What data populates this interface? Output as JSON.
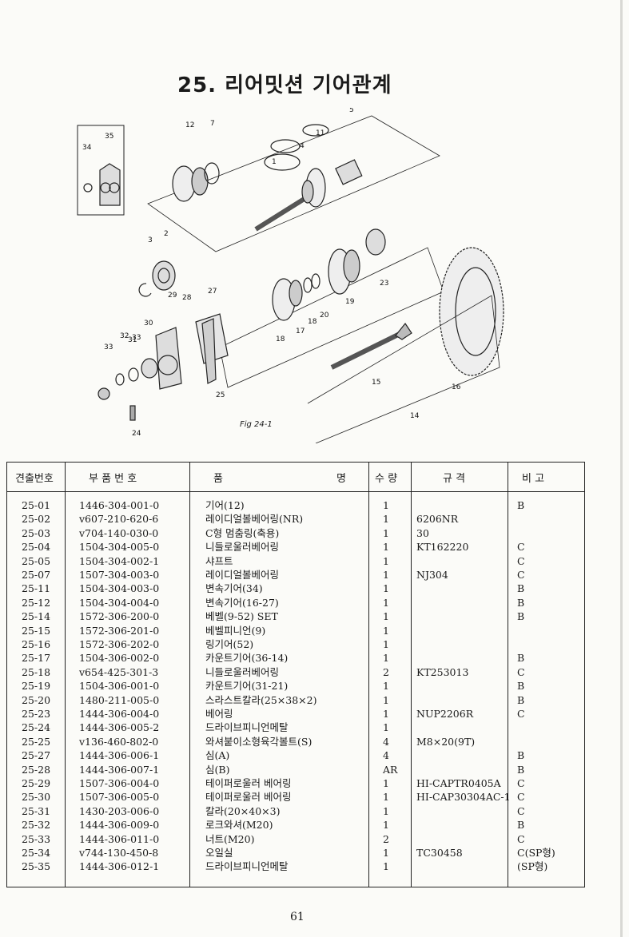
{
  "page_title": "25. 리어밋션 기어관계",
  "figure_label": "Fig 24-1",
  "callouts": [
    "1",
    "2",
    "3",
    "4",
    "5",
    "7",
    "11",
    "12",
    "14",
    "15",
    "16",
    "17",
    "18",
    "18",
    "19",
    "20",
    "23",
    "24",
    "25",
    "27",
    "28",
    "29",
    "30",
    "31",
    "32",
    "33",
    "33",
    "34",
    "35"
  ],
  "table": {
    "headers": {
      "no": "견출번호",
      "part": "부 품 번 호",
      "name_left": "품",
      "name_right": "명",
      "qty": "수 량",
      "spec": "규 격",
      "note": "비 고"
    },
    "rows": [
      {
        "no": "25-01",
        "part": "1446-304-001-0",
        "name": "기어(12)",
        "qty": "1",
        "spec": "",
        "note": "B"
      },
      {
        "no": "25-02",
        "part": "v607-210-620-6",
        "name": "레이디얼볼베어링(NR)",
        "qty": "1",
        "spec": "6206NR",
        "note": ""
      },
      {
        "no": "25-03",
        "part": "v704-140-030-0",
        "name": "C형 멈춤링(축용)",
        "qty": "1",
        "spec": "30",
        "note": ""
      },
      {
        "no": "25-04",
        "part": "1504-304-005-0",
        "name": "니들로울러베어링",
        "qty": "1",
        "spec": "KT162220",
        "note": "C"
      },
      {
        "no": "25-05",
        "part": "1504-304-002-1",
        "name": "샤프트",
        "qty": "1",
        "spec": "",
        "note": "C"
      },
      {
        "no": "25-07",
        "part": "1507-304-003-0",
        "name": "레이디얼볼베어링",
        "qty": "1",
        "spec": "NJ304",
        "note": "C"
      },
      {
        "no": "25-11",
        "part": "1504-304-003-0",
        "name": "변속기어(34)",
        "qty": "1",
        "spec": "",
        "note": "B"
      },
      {
        "no": "25-12",
        "part": "1504-304-004-0",
        "name": "변속기어(16-27)",
        "qty": "1",
        "spec": "",
        "note": "B"
      },
      {
        "no": "25-14",
        "part": "1572-306-200-0",
        "name": "베벨(9-52) SET",
        "qty": "1",
        "spec": "",
        "note": "B"
      },
      {
        "no": "25-15",
        "part": "1572-306-201-0",
        "name": "베벨피니언(9)",
        "qty": "1",
        "spec": "",
        "note": ""
      },
      {
        "no": "25-16",
        "part": "1572-306-202-0",
        "name": "링기어(52)",
        "qty": "1",
        "spec": "",
        "note": ""
      },
      {
        "no": "25-17",
        "part": "1504-306-002-0",
        "name": "카운트기어(36-14)",
        "qty": "1",
        "spec": "",
        "note": "B"
      },
      {
        "no": "25-18",
        "part": "v654-425-301-3",
        "name": "니들로울러베어링",
        "qty": "2",
        "spec": "KT253013",
        "note": "C"
      },
      {
        "no": "25-19",
        "part": "1504-306-001-0",
        "name": "카운트기어(31-21)",
        "qty": "1",
        "spec": "",
        "note": "B"
      },
      {
        "no": "25-20",
        "part": "1480-211-005-0",
        "name": "스라스트칼라(25×38×2)",
        "qty": "1",
        "spec": "",
        "note": "B"
      },
      {
        "no": "25-23",
        "part": "1444-306-004-0",
        "name": "베어링",
        "qty": "1",
        "spec": "NUP2206R",
        "note": "C"
      },
      {
        "no": "25-24",
        "part": "1444-306-005-2",
        "name": "드라이브피니언메탈",
        "qty": "1",
        "spec": "",
        "note": ""
      },
      {
        "no": "25-25",
        "part": "v136-460-802-0",
        "name": "와셔붙이소형육각볼트(S)",
        "qty": "4",
        "spec": "M8×20(9T)",
        "note": ""
      },
      {
        "no": "25-27",
        "part": "1444-306-006-1",
        "name": "심(A)",
        "qty": "4",
        "spec": "",
        "note": "B"
      },
      {
        "no": "25-28",
        "part": "1444-306-007-1",
        "name": "심(B)",
        "qty": "AR",
        "spec": "",
        "note": "B"
      },
      {
        "no": "25-29",
        "part": "1507-306-004-0",
        "name": "테이퍼로울러 베어링",
        "qty": "1",
        "spec": "HI-CAPTR0405A",
        "note": "C"
      },
      {
        "no": "25-30",
        "part": "1507-306-005-0",
        "name": "테이퍼로울러 베어링",
        "qty": "1",
        "spec": "HI-CAP30304AC-1",
        "note": "C"
      },
      {
        "no": "25-31",
        "part": "1430-203-006-0",
        "name": "칼라(20×40×3)",
        "qty": "1",
        "spec": "",
        "note": "C"
      },
      {
        "no": "25-32",
        "part": "1444-306-009-0",
        "name": "로크와셔(M20)",
        "qty": "1",
        "spec": "",
        "note": "B"
      },
      {
        "no": "25-33",
        "part": "1444-306-011-0",
        "name": "너트(M20)",
        "qty": "2",
        "spec": "",
        "note": "C"
      },
      {
        "no": "25-34",
        "part": "v744-130-450-8",
        "name": "오일실",
        "qty": "1",
        "spec": "TC30458",
        "note": "C(SP형)"
      },
      {
        "no": "25-35",
        "part": "1444-306-012-1",
        "name": "드라이브피니언메탈",
        "qty": "1",
        "spec": "",
        "note": "(SP형)"
      }
    ]
  },
  "page_number": "61"
}
